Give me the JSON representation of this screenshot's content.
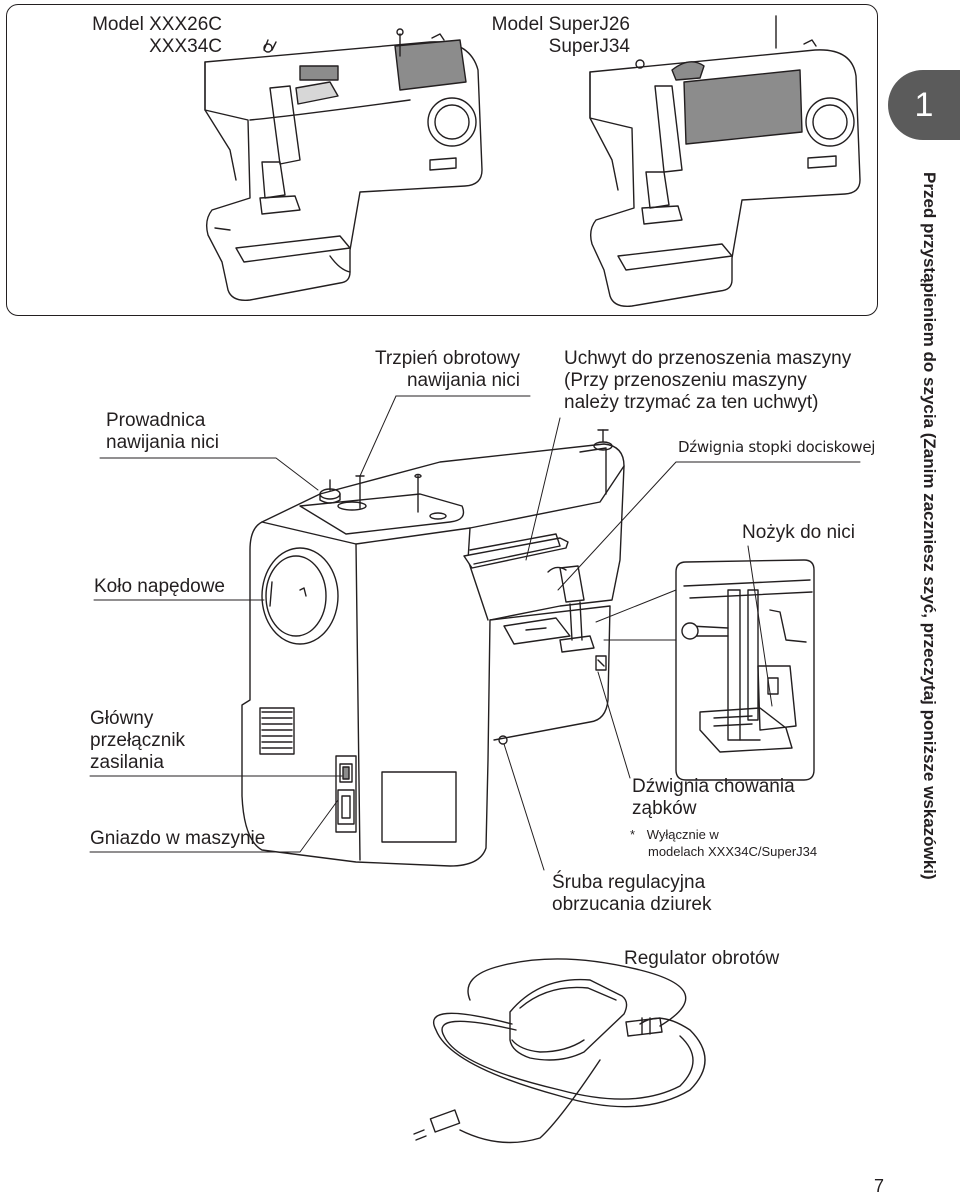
{
  "header": {
    "model_left_line1": "Model XXX26C",
    "model_left_line2": "XXX34C",
    "model_right_line1": "Model SuperJ26",
    "model_right_line2": "SuperJ34"
  },
  "chapter": {
    "number": "1",
    "title": "Przed przystąpieniem do szycia (Zanim zaczniesz szyć, przeczytaj poniższe wskazówki)"
  },
  "labels": {
    "thread_guide_line1": "Prowadnica",
    "thread_guide_line2": "nawijania nici",
    "handwheel": "Koło napędowe",
    "power_switch_line1": "Główny",
    "power_switch_line2": "przełącznik",
    "power_switch_line3": "zasilania",
    "socket": "Gniazdo w maszynie",
    "spool_pin_line1": "Trzpień obrotowy",
    "spool_pin_line2": "nawijania nici",
    "handle_line1": "Uchwyt do przenoszenia maszyny",
    "handle_line2": "(Przy przenoszeniu maszyny",
    "handle_line3": "należy trzymać za ten uchwyt)",
    "presser_lever": "Dźwignia stopki dociskowej",
    "thread_cutter": "Nożyk do nici",
    "drop_feed_line1": "Dźwignia chowania",
    "drop_feed_line2": "ząbków",
    "drop_feed_note_star": "*",
    "drop_feed_note_line1": "Wyłącznie w",
    "drop_feed_note_line2": "modelach XXX34C/SuperJ34",
    "buttonhole_screw_line1": "Śruba regulacyjna",
    "buttonhole_screw_line2": "obrzucania dziurek",
    "foot_control": "Regulator obrotów"
  },
  "footer": {
    "page_number": "7"
  },
  "colors": {
    "ink": "#231f20",
    "tab_grey": "#5b5b5b",
    "panel_grey": "#8c8c8c"
  }
}
